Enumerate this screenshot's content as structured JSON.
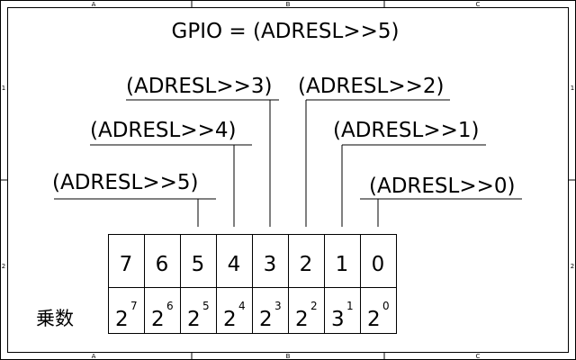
{
  "title": "GPIO = (ADRESL>>5)",
  "zone_labels": {
    "top": [
      "A",
      "B",
      "C"
    ],
    "bottom": [
      "A",
      "B",
      "C"
    ],
    "left": [
      "1",
      "2"
    ],
    "right": [
      "1",
      "2"
    ]
  },
  "expressions": [
    "(ADRESL>>5)",
    "(ADRESL>>4)",
    "(ADRESL>>3)",
    "(ADRESL>>2)",
    "(ADRESL>>1)",
    "(ADRESL>>0)"
  ],
  "bit_positions": [
    "7",
    "6",
    "5",
    "4",
    "3",
    "2",
    "1",
    "0"
  ],
  "multiplier_label": "乗数",
  "powers": [
    {
      "base": "2",
      "exp": "7"
    },
    {
      "base": "2",
      "exp": "6"
    },
    {
      "base": "2",
      "exp": "5"
    },
    {
      "base": "2",
      "exp": "4"
    },
    {
      "base": "2",
      "exp": "3"
    },
    {
      "base": "2",
      "exp": "2"
    },
    {
      "base": "3",
      "exp": "1"
    },
    {
      "base": "2",
      "exp": "0"
    }
  ]
}
